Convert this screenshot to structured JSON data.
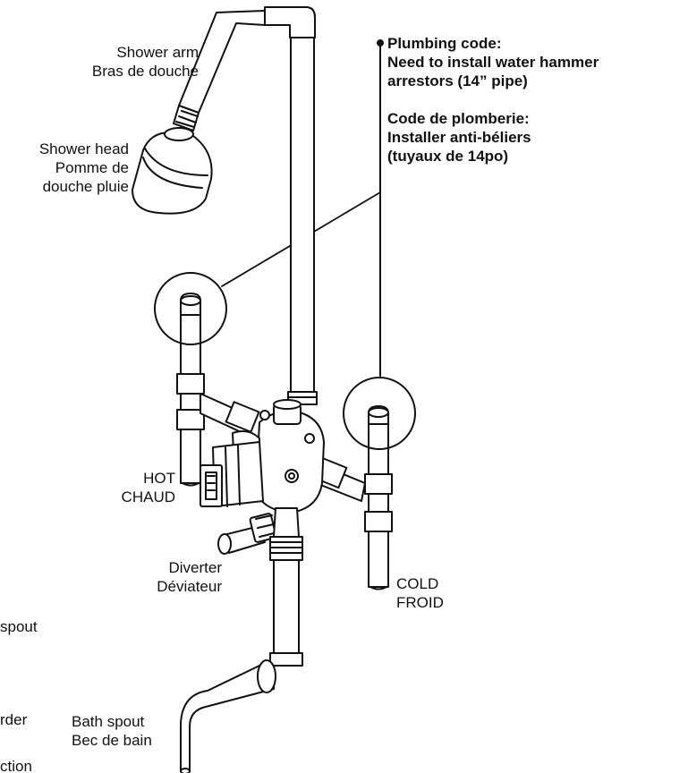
{
  "labels": {
    "shower_arm": {
      "en": "Shower arm",
      "fr": "Bras de douche"
    },
    "shower_head": {
      "en": "Shower head",
      "fr1": "Pomme de",
      "fr2": "douche pluie"
    },
    "plumbing_code": {
      "en_title": "Plumbing code:",
      "en_line1": "Need to install water hammer",
      "en_line2": "arrestors (14” pipe)",
      "fr_title": "Code de plomberie:",
      "fr_line1": "Installer anti-béliers",
      "fr_line2": "(tuyaux de 14po)"
    },
    "hot": {
      "en": "HOT",
      "fr": "CHAUD"
    },
    "cold": {
      "en": "COLD",
      "fr": "FROID"
    },
    "diverter": {
      "en": "Diverter",
      "fr": "Déviateur"
    },
    "bath_spout": {
      "en": "Bath spout",
      "fr": "Bec de bain"
    },
    "cut_left_1": "spout",
    "cut_left_2": "rder",
    "cut_left_3": "ction"
  }
}
